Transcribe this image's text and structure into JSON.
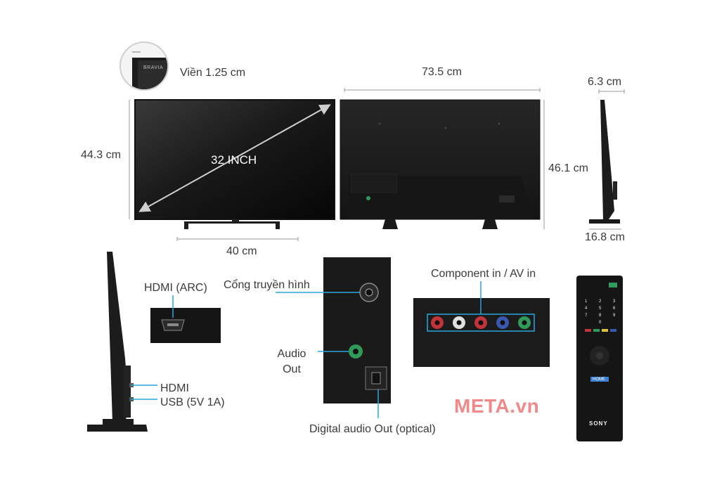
{
  "dimensions": {
    "bezel": "Viền 1.25 cm",
    "screen_size": "32 INCH",
    "front_height": "44.3 cm",
    "stand_width": "40 cm",
    "width": "73.5 cm",
    "rear_height": "46.1 cm",
    "side_depth": "6.3 cm",
    "stand_depth": "16.8 cm"
  },
  "bezel_logo": "BRAVIA",
  "ports": {
    "hdmi_arc": "HDMI (ARC)",
    "antenna": "Cổng truyền hình",
    "component_av": "Component in / AV in",
    "audio_out": "Audio\nOut",
    "optical_out": "Digital audio Out (optical)",
    "hdmi": "HDMI",
    "usb": "USB (5V 1A)"
  },
  "watermark": "META.vn",
  "remote": {
    "brand": "SONY",
    "home_key": "HOME",
    "number_keys": [
      "1",
      "2",
      "3",
      "4",
      "5",
      "6",
      "7",
      "8",
      "9",
      "",
      "0",
      ""
    ]
  },
  "colors": {
    "dimension_line": "#999999",
    "callout_line": "#29a6e0",
    "watermark": "#f08a8a",
    "screen_dark": "#111111",
    "tv_body": "#1a1a1a",
    "component_jacks": [
      "#c0343a",
      "#e0e0e0",
      "#c0343a",
      "#3a58b0",
      "#2f9a5a"
    ]
  }
}
